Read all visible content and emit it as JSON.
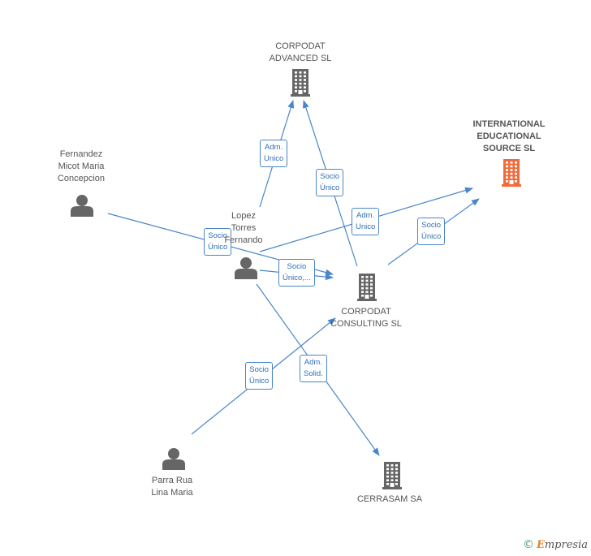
{
  "nodes": [
    {
      "id": "advanced",
      "type": "company",
      "lines": [
        "CORPODAT",
        "ADVANCED SL"
      ],
      "highlight": false
    },
    {
      "id": "ies",
      "type": "company",
      "lines": [
        "INTERNATIONAL",
        "EDUCATIONAL",
        "SOURCE SL"
      ],
      "highlight": true
    },
    {
      "id": "fernandez",
      "type": "person",
      "lines": [
        "Fernandez",
        "Micot Maria",
        "Concepcion"
      ],
      "highlight": false
    },
    {
      "id": "lopez",
      "type": "person",
      "lines": [
        "Lopez",
        "Torres",
        "Fernando"
      ],
      "highlight": false
    },
    {
      "id": "consulting",
      "type": "company",
      "lines": [
        "CORPODAT",
        "CONSULTING SL"
      ],
      "highlight": false
    },
    {
      "id": "parra",
      "type": "person",
      "lines": [
        "Parra Rua",
        "Lina Maria"
      ],
      "highlight": false
    },
    {
      "id": "cerrasam",
      "type": "company",
      "lines": [
        "CERRASAM SA"
      ],
      "highlight": false
    }
  ],
  "edges": [
    {
      "from": "lopez",
      "to": "advanced",
      "label": [
        "Adm.",
        "Unico"
      ]
    },
    {
      "from": "consulting",
      "to": "advanced",
      "label": [
        "Socio",
        "Único"
      ]
    },
    {
      "from": "lopez",
      "to": "ies",
      "label": [
        "Adm.",
        "Unico"
      ]
    },
    {
      "from": "consulting",
      "to": "ies",
      "label": [
        "Socio",
        "Único"
      ]
    },
    {
      "from": "fernandez",
      "to": "consulting",
      "label": [
        "Socio",
        "Único"
      ]
    },
    {
      "from": "lopez",
      "to": "consulting",
      "label": [
        "Socio",
        "Único,..."
      ]
    },
    {
      "from": "parra",
      "to": "consulting",
      "label": [
        "Socio",
        "Único"
      ]
    },
    {
      "from": "lopez",
      "to": "cerrasam",
      "label": [
        "Adm.",
        "Solid."
      ]
    }
  ],
  "colors": {
    "edge": "#4a86c8",
    "icon": "#666666",
    "highlight": "#f26a3c"
  },
  "footer": {
    "copyright": "©",
    "brand_initial": "E",
    "brand_rest": "mpresia"
  }
}
